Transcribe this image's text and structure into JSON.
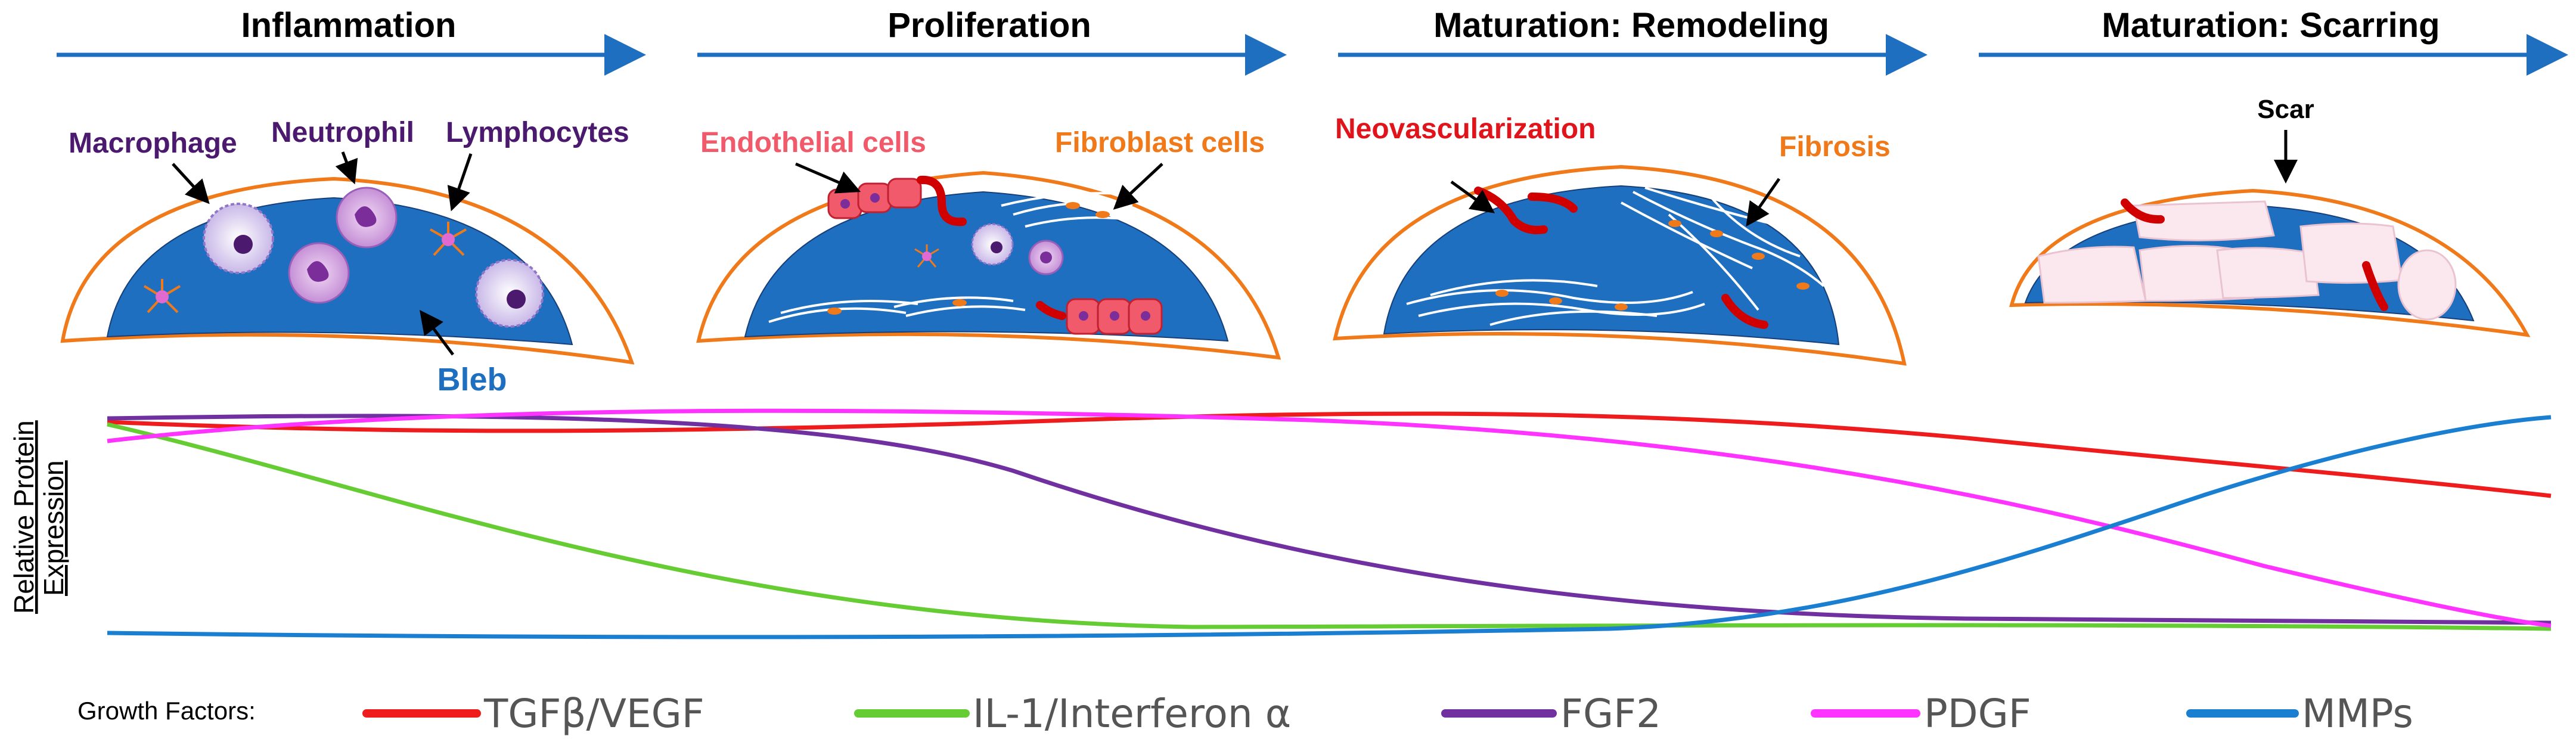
{
  "stages": [
    {
      "title": "Inflammation"
    },
    {
      "title": "Proliferation"
    },
    {
      "title": "Maturation: Remodeling"
    },
    {
      "title": "Maturation: Scarring"
    }
  ],
  "labels": {
    "macrophage": "Macrophage",
    "neutrophil": "Neutrophil",
    "lymphocytes": "Lymphocytes",
    "bleb": "Bleb",
    "endothelial": "Endothelial cells",
    "fibroblast": "Fibroblast cells",
    "neovascularization": "Neovascularization",
    "fibrosis": "Fibrosis",
    "scar": "Scar"
  },
  "graph": {
    "ylabel_line1": "Relative Protein",
    "ylabel_line2": "Expression"
  },
  "legend": {
    "title": "Growth Factors:",
    "items": [
      {
        "name": "TGFβ/VEGF",
        "color": "#ee1c1c"
      },
      {
        "name": "IL-1/Interferon α",
        "color": "#66cc33"
      },
      {
        "name": "FGF2",
        "color": "#7030a0"
      },
      {
        "name": "PDGF",
        "color": "#ff33ff"
      },
      {
        "name": "MMPs",
        "color": "#1a7fd0"
      }
    ]
  },
  "colors": {
    "arrow": "#1f6fc0",
    "bleb_fill": "#1f6fc0",
    "bleb_outline": "#f07a1a",
    "label_purple": "#4b1a6e",
    "label_endothelial": "#f05a6a",
    "label_orange": "#f07a1a",
    "label_red": "#e0151b",
    "label_blue": "#1f6fc0"
  }
}
